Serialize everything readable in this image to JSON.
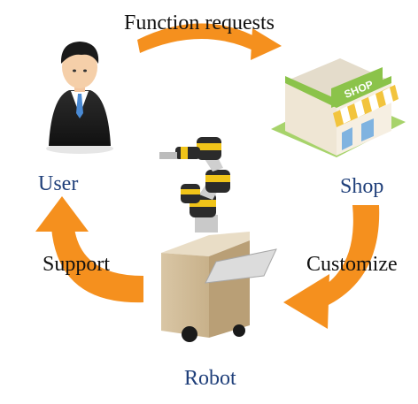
{
  "diagram": {
    "nodes": {
      "user": "User",
      "shop": "Shop",
      "robot": "Robot",
      "shop_sign": "SHOP"
    },
    "edges": {
      "user_to_shop": "Function requests",
      "shop_to_robot": "Customize",
      "robot_to_user": "Support"
    }
  },
  "colors": {
    "arrow": "#f5901e",
    "node_label": "#1f3f7a",
    "edge_label": "#111111"
  }
}
